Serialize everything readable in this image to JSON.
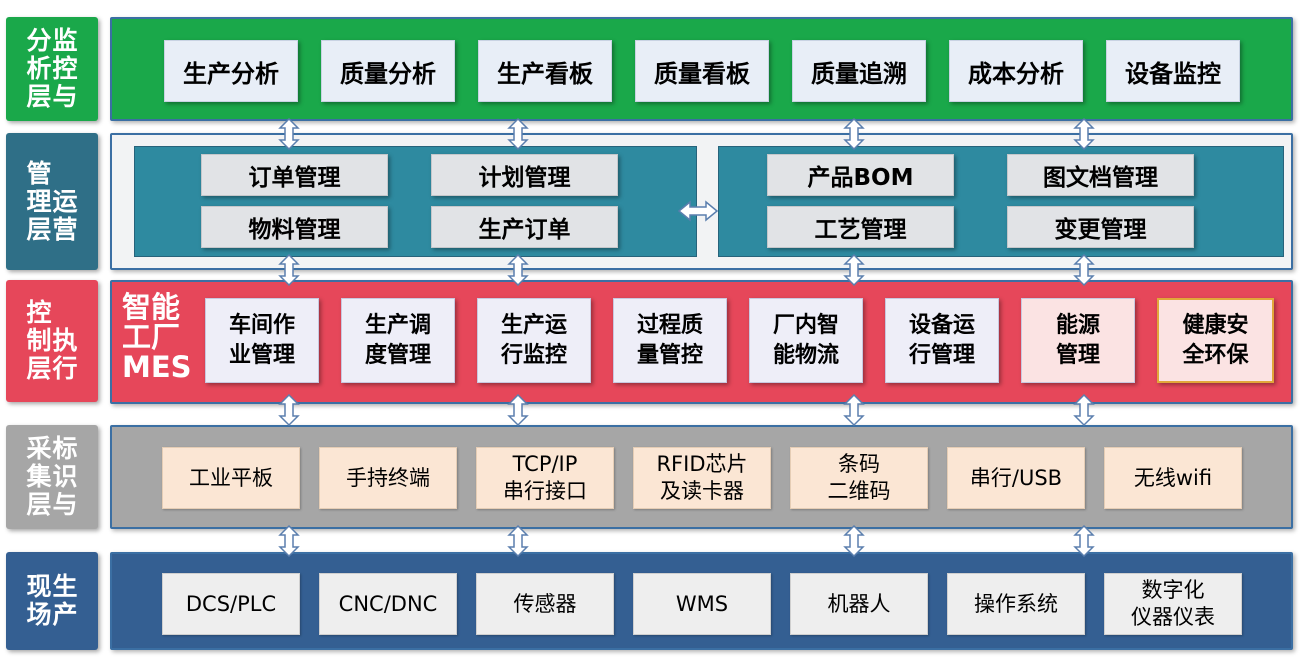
{
  "layers": {
    "analysis": {
      "label_col1": [
        "分",
        "析",
        "层"
      ],
      "label_col2": [
        "监",
        "控",
        "与"
      ],
      "items": [
        "生产分析",
        "质量分析",
        "生产看板",
        "质量看板",
        "质量追溯",
        "成本分析",
        "设备监控"
      ]
    },
    "operation": {
      "label_col1": [
        "管",
        "理",
        "层"
      ],
      "label_col2": [
        "运",
        "营"
      ],
      "left_items": [
        "订单管理",
        "计划管理",
        "物料管理",
        "生产订单"
      ],
      "right_items": [
        "产品BOM",
        "图文档管理",
        "工艺管理",
        "变更管理"
      ]
    },
    "execution": {
      "label_col1": [
        "控",
        "制",
        "层"
      ],
      "label_col2": [
        "执",
        "行"
      ],
      "mes_title": "智能\n工厂\nMES",
      "items": [
        "车间作\n业管理",
        "生产调\n度管理",
        "生产运\n行监控",
        "过程质\n量管控",
        "厂内智\n能物流",
        "设备运\n行管理",
        "能源\n管理",
        "健康安\n全环保"
      ]
    },
    "collection": {
      "label_col1": [
        "采",
        "集",
        "层"
      ],
      "label_col2": [
        "标",
        "识",
        "与"
      ],
      "items": [
        "工业平板",
        "手持终端",
        "TCP/IP\n串行接口",
        "RFID芯片\n及读卡器",
        "条码\n二维码",
        "串行/USB",
        "无线wifi"
      ]
    },
    "field": {
      "label_col1": [
        "现",
        "场"
      ],
      "label_col2": [
        "生",
        "产"
      ],
      "items": [
        "DCS/PLC",
        "CNC/DNC",
        "传感器",
        "WMS",
        "机器人",
        "操作系统",
        "数字化\n仪器仪表"
      ]
    }
  },
  "colors": {
    "analysis": "#1aa84a",
    "operation": "#2f6f87",
    "execution": "#e6475a",
    "collection": "#a6a6a6",
    "field": "#345f92",
    "arrow_fill": "#ffffff",
    "arrow_stroke": "#5b7fae"
  }
}
